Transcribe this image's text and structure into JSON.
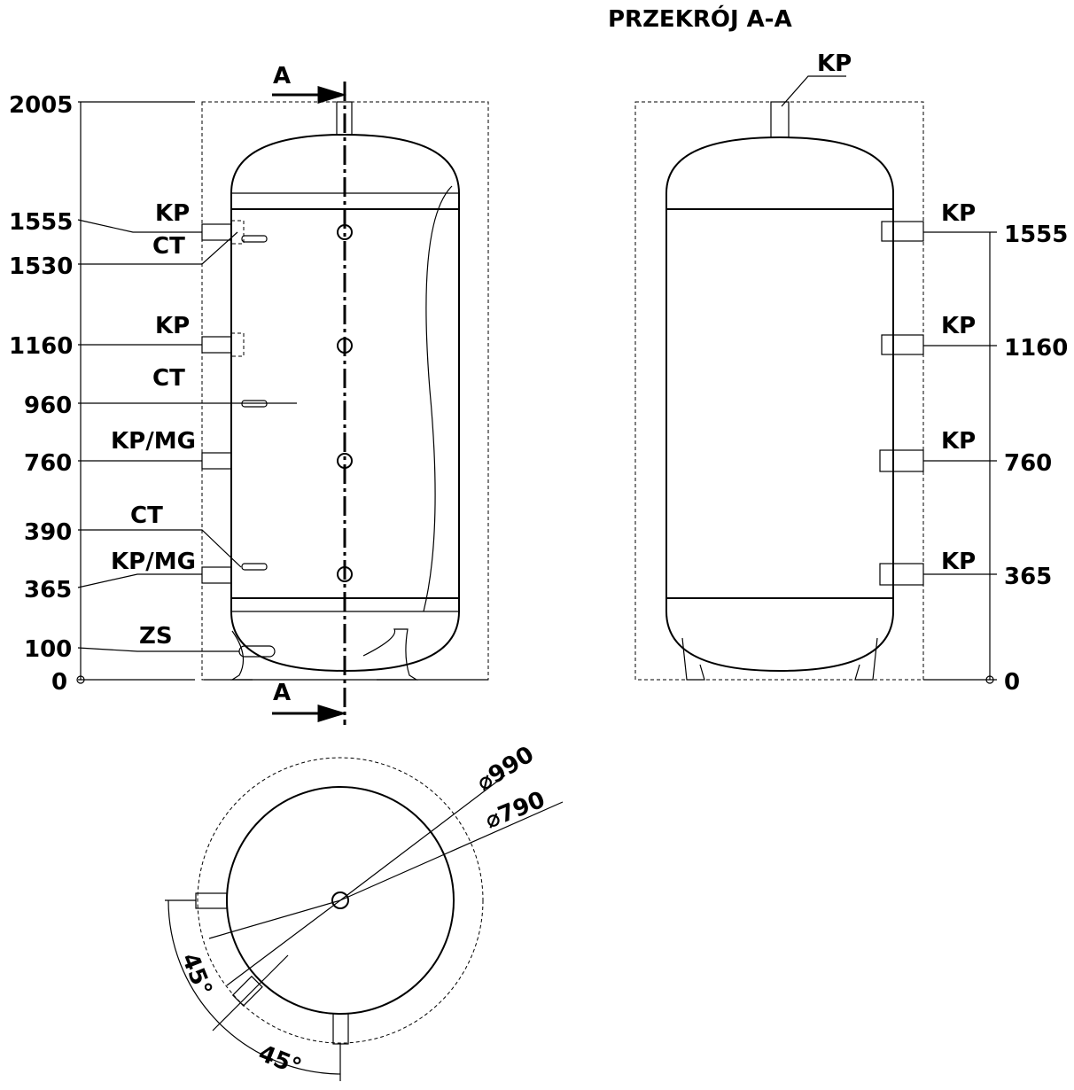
{
  "title": "PRZEKRÓJ A-A",
  "section_marker": "A",
  "front_view": {
    "heights": [
      "2005",
      "1555",
      "1530",
      "1160",
      "960",
      "760",
      "390",
      "365",
      "100",
      "0"
    ],
    "callouts": [
      "KP",
      "CT",
      "KP",
      "CT",
      "KP/MG",
      "CT",
      "KP/MG",
      "ZS"
    ]
  },
  "section_view": {
    "top_callout": "KP",
    "callouts": [
      "KP",
      "KP",
      "KP",
      "KP"
    ],
    "heights": [
      "1555",
      "1160",
      "760",
      "365",
      "0"
    ]
  },
  "top_view": {
    "outer_diameter": "⌀990",
    "inner_diameter": "⌀790",
    "angles": [
      "45°",
      "45°"
    ]
  }
}
